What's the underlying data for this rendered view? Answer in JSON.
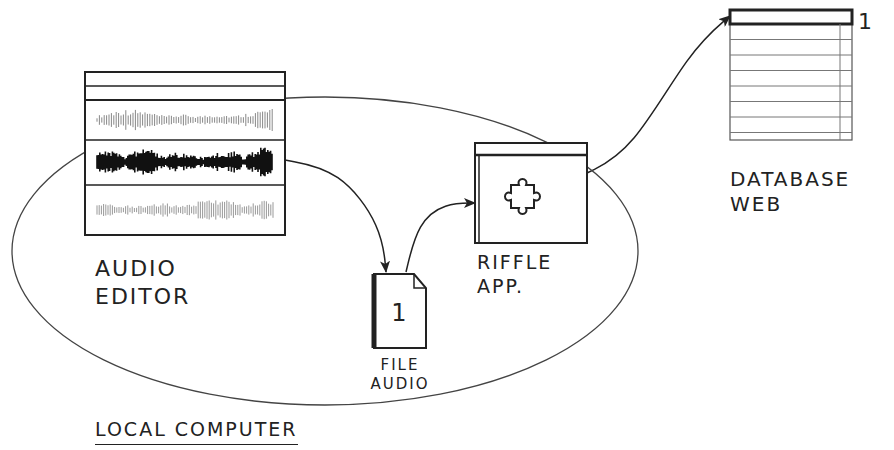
{
  "diagram": {
    "nodes": [
      {
        "text": [
          "LOCAL COMPUTER"
        ]
      },
      {
        "text": [
          "AUDIO EDITOR"
        ],
        "in": 0
      },
      {
        "text": [
          "1",
          "FILE AUDIO"
        ],
        "in": 0
      },
      {
        "text": [
          "RIFFLE APP."
        ],
        "in": 0
      },
      {
        "text": [
          "1",
          "DATABASE WEB"
        ]
      }
    ],
    "edges": [
      {
        "from": 1,
        "to": 2,
        "arrow": "to"
      },
      {
        "from": 2,
        "to": 3,
        "arrow": "to"
      },
      {
        "from": 3,
        "to": 4,
        "arrow": "to"
      }
    ]
  }
}
